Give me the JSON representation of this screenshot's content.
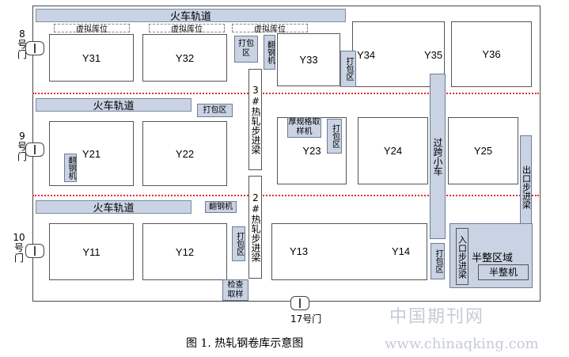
{
  "rails": [
    "火车轨道",
    "火车轨道",
    "火车轨道"
  ],
  "virtual_slot": "虚拟库位",
  "bays": {
    "y31": "Y31",
    "y32": "Y32",
    "y33": "Y33",
    "y34": "Y34",
    "y35": "Y35",
    "y36": "Y36",
    "y21": "Y21",
    "y22": "Y22",
    "y23": "Y23",
    "y24": "Y24",
    "y25": "Y25",
    "y11": "Y11",
    "y12": "Y12",
    "y13": "Y13",
    "y14": "Y14"
  },
  "labels": {
    "pack": "打包区",
    "flip": "翻钢机",
    "walking_beam_3": "3#热轧步进梁",
    "walking_beam_2": "2#热轧步进梁",
    "thick_sampler": "厚规格取样机",
    "transfer_car": "过跨小车",
    "exit_beam": "出口步进梁",
    "entry_beam": "入口步进梁",
    "finishing_area": "半整区域",
    "finishing_machine": "半整机",
    "inspect_sampler": "检查取样"
  },
  "gates": {
    "g8": "8号门",
    "g9": "9号门",
    "g10": "10号门",
    "g17": "17号门"
  },
  "caption": "图 1. 热轧钢卷库示意图",
  "watermark": {
    "cn": "中国期刊网",
    "url": "www.chinaqking.com"
  },
  "colors": {
    "accent_fill": "#c9d3e3",
    "divider": "#e03030"
  }
}
